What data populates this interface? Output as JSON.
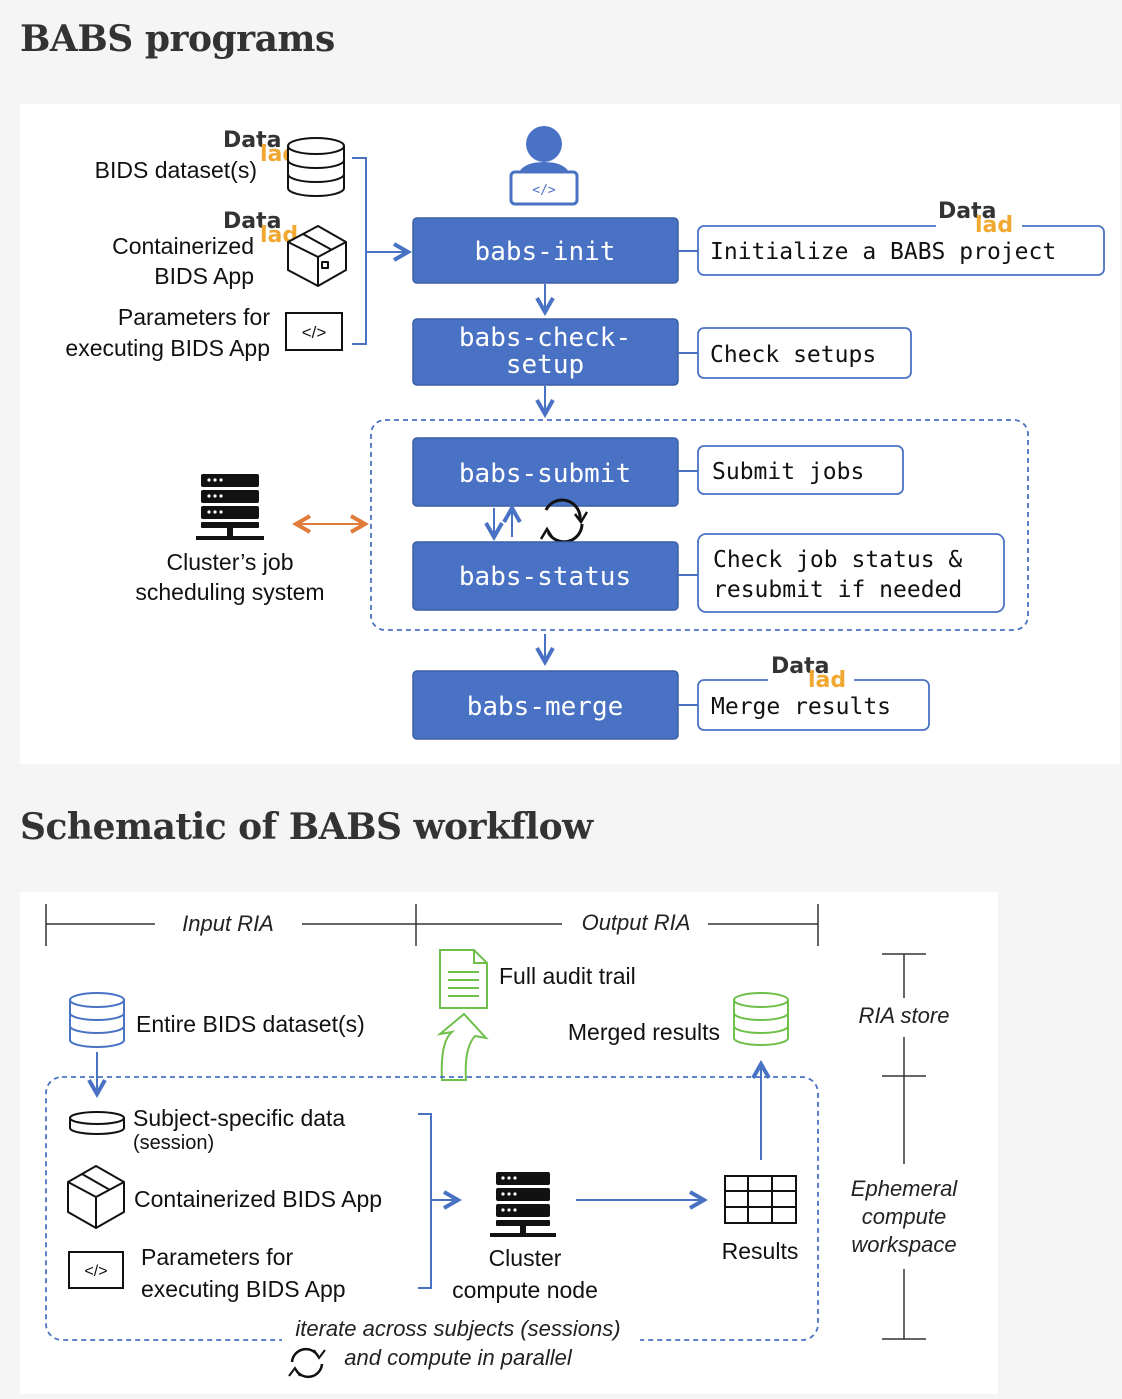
{
  "sections": {
    "programs_title": "BABS programs",
    "workflow_title": "Schematic of BABS workflow"
  },
  "logo": {
    "part1": "Data",
    "part2": "lad"
  },
  "programs": {
    "inputs": {
      "bids_dataset": "BIDS dataset(s)",
      "container_line1": "Containerized",
      "container_line2": "BIDS App",
      "params_line1": "Parameters for",
      "params_line2": "executing BIDS App",
      "code_glyph": "</>"
    },
    "user_icon_glyph": "</>",
    "commands": [
      {
        "name": "babs-init",
        "desc": "Initialize a BABS project"
      },
      {
        "name_line1": "babs-check-",
        "name_line2": "setup",
        "desc": "Check setups"
      },
      {
        "name": "babs-submit",
        "desc": "Submit jobs"
      },
      {
        "name": "babs-status",
        "desc_line1": "Check job status &",
        "desc_line2": "resubmit if needed"
      },
      {
        "name": "babs-merge",
        "desc": "Merge results"
      }
    ],
    "cluster_line1": "Cluster’s job",
    "cluster_line2": "scheduling system"
  },
  "workflow": {
    "input_ria": "Input RIA",
    "output_ria": "Output RIA",
    "audit": "Full audit trail",
    "merged": "Merged results",
    "entire_bids": "Entire BIDS dataset(s)",
    "subject_data": "Subject-specific data",
    "session": "(session)",
    "container": "Containerized BIDS App",
    "params_line1": "Parameters for",
    "params_line2": "executing BIDS App",
    "code_glyph": "</>",
    "node_line1": "Cluster",
    "node_line2": "compute node",
    "results": "Results",
    "ria_store": "RIA store",
    "ephemeral_line1": "Ephemeral",
    "ephemeral_line2": "compute",
    "ephemeral_line3": "workspace",
    "iterate_line1": "iterate across subjects (sessions)",
    "iterate_line2": "and compute in parallel"
  },
  "colors": {
    "blue": "#4a72c4",
    "orange": "#e07b39",
    "green": "#6fbf4a",
    "datalad_orange": "#f0a830"
  }
}
